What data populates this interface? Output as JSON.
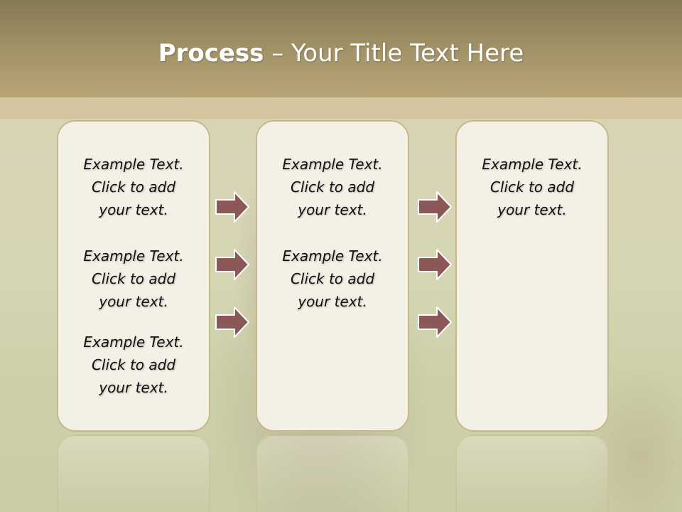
{
  "title": {
    "bold": "Process",
    "rest": " – Your Title Text Here"
  },
  "colors": {
    "title_bar": "#a49468",
    "panel_fill": "#f3f0e6",
    "panel_border": "#c7b88c",
    "arrow_fill": "#8b5757",
    "arrow_stroke": "#ffffff"
  },
  "columns": [
    {
      "blocks": [
        {
          "line1": "Example Text.",
          "line2": "Click  to add",
          "line3": "your text."
        },
        {
          "line1": "Example Text.",
          "line2": "Click  to add",
          "line3": "your text."
        },
        {
          "line1": "Example Text.",
          "line2": "Click  to add",
          "line3": "your text."
        }
      ]
    },
    {
      "blocks": [
        {
          "line1": "Example Text.",
          "line2": "Click  to add",
          "line3": "your text."
        },
        {
          "line1": "Example Text.",
          "line2": "Click  to add",
          "line3": "your text."
        }
      ]
    },
    {
      "blocks": [
        {
          "line1": "Example Text.",
          "line2": "Click  to add",
          "line3": "your text."
        }
      ]
    }
  ]
}
